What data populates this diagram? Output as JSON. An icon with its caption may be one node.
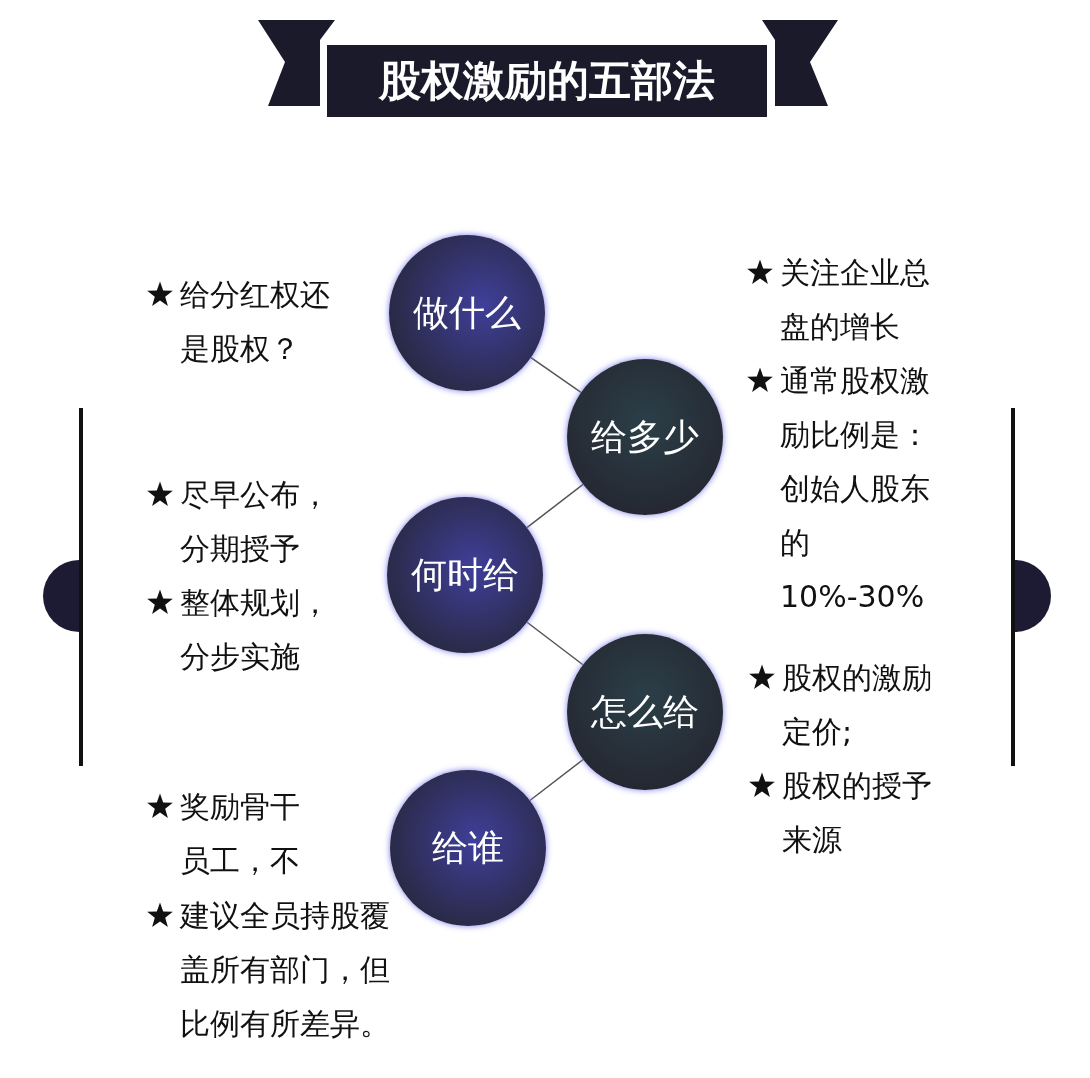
{
  "diagram": {
    "title": "股权激励的五部法",
    "nodes": [
      {
        "text": [
          "做什么"
        ],
        "beside": [
          "给分红权还是股权？"
        ]
      },
      {
        "text": [
          "给多少"
        ],
        "beside": [
          "关注企业总盘的增长",
          "通常股权激励比例是：创始人股东的10%-30%"
        ]
      },
      {
        "text": [
          "何时给"
        ],
        "beside": [
          "尽早公布，分期授予",
          "整体规划，分步实施"
        ]
      },
      {
        "text": [
          "怎么给"
        ],
        "beside": [
          "股权的激励定价;",
          "股权的授予来源"
        ]
      },
      {
        "text": [
          "给谁"
        ],
        "beside": [
          "奖励骨干员工，不",
          "建议全员持股覆盖所有部门，但比例有所差异。"
        ]
      }
    ],
    "edges": [
      {
        "from": 0,
        "to": 1,
        "arrow": "none"
      },
      {
        "from": 1,
        "to": 2,
        "arrow": "none"
      },
      {
        "from": 2,
        "to": 3,
        "arrow": "none"
      },
      {
        "from": 3,
        "to": 4,
        "arrow": "none"
      }
    ]
  }
}
